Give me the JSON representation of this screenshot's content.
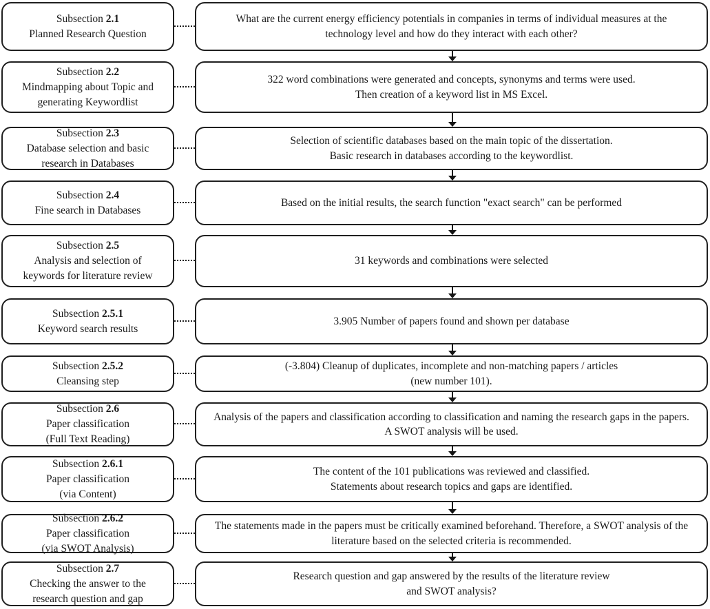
{
  "colors": {
    "border": "#1f1f1f",
    "text": "#1b1b1b",
    "background": "#ffffff"
  },
  "icons": {
    "connector": "dotted-line",
    "flow": "down-arrow"
  },
  "rows": [
    {
      "left": {
        "prefix": "Subsection",
        "number": "2.1",
        "lines": [
          "Planned Research Question"
        ]
      },
      "right": {
        "lines": [
          "What are the current energy efficiency potentials in companies in terms of individual measures at the",
          "technology level and how do they interact with each other?"
        ]
      }
    },
    {
      "left": {
        "prefix": "Subsection",
        "number": "2.2",
        "lines": [
          "Mindmapping about Topic and",
          "generating Keywordlist"
        ]
      },
      "right": {
        "lines": [
          "322 word combinations were generated and concepts, synonyms and terms were used.",
          "Then creation of a keyword list in MS Excel."
        ]
      }
    },
    {
      "left": {
        "prefix": "Subsection",
        "number": "2.3",
        "lines": [
          "Database selection and basic",
          "research in Databases"
        ]
      },
      "right": {
        "lines": [
          "Selection of scientific databases based on the main topic of the dissertation.",
          "Basic research in databases according to the keywordlist."
        ]
      }
    },
    {
      "left": {
        "prefix": "Subsection",
        "number": "2.4",
        "lines": [
          "Fine search in Databases"
        ]
      },
      "right": {
        "lines": [
          "Based on the initial results, the search function \"exact search\" can be performed"
        ]
      }
    },
    {
      "left": {
        "prefix": "Subsection",
        "number": "2.5",
        "lines": [
          "Analysis and selection of",
          "keywords for literature review"
        ]
      },
      "right": {
        "lines": [
          "31 keywords and combinations were selected"
        ]
      }
    },
    {
      "left": {
        "prefix": "Subsection",
        "number": "2.5.1",
        "lines": [
          "Keyword search results"
        ]
      },
      "right": {
        "lines": [
          "3.905 Number of papers found and shown per database"
        ]
      }
    },
    {
      "left": {
        "prefix": "Subsection",
        "number": "2.5.2",
        "lines": [
          "Cleansing step"
        ]
      },
      "right": {
        "lines": [
          "(-3.804) Cleanup of duplicates, incomplete and non-matching papers / articles",
          "(new number 101)."
        ]
      }
    },
    {
      "left": {
        "prefix": "Subsection",
        "number": "2.6",
        "lines": [
          "Paper classification",
          "(Full Text Reading)"
        ]
      },
      "right": {
        "lines": [
          "Analysis of the papers and classification according to classification and naming the research gaps in the papers.",
          "A SWOT analysis will be used."
        ]
      }
    },
    {
      "left": {
        "prefix": "Subsection",
        "number": "2.6.1",
        "lines": [
          "Paper classification",
          "(via Content)"
        ]
      },
      "right": {
        "lines": [
          "The content of the 101 publications was reviewed and classified.",
          "Statements about research topics and gaps are identified."
        ]
      }
    },
    {
      "left": {
        "prefix": "Subsection",
        "number": "2.6.2",
        "lines": [
          "Paper classification",
          "(via SWOT Analysis)"
        ]
      },
      "right": {
        "lines": [
          "The statements made in the papers must be critically examined beforehand. Therefore, a SWOT analysis of the",
          "literature based on the selected criteria is recommended."
        ]
      }
    },
    {
      "left": {
        "prefix": "Subsection",
        "number": "2.7",
        "lines": [
          "Checking the answer to the",
          "research question and gap"
        ]
      },
      "right": {
        "lines": [
          "Research question and gap answered by the results of the literature review",
          "and SWOT analysis?"
        ]
      }
    }
  ]
}
